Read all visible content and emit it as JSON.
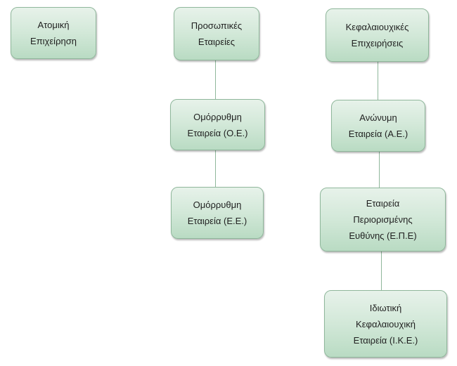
{
  "diagram": {
    "nodes": {
      "atomiki": "Ατομική\nΕπιχείρηση",
      "prosopikes": "Προσωπικές\nΕταιρείες",
      "kefalaiouchikes": "Κεφαλαιουχικές\nΕπιχειρήσεις",
      "oe": "Ομόρρυθμη\nΕταιρεία (Ο.Ε.)",
      "ee": "Ομόρρυθμη\nΕταιρεία (Ε.Ε.)",
      "ae": "Ανώνυμη\nΕταιρεία (Α.Ε.)",
      "epe": "Εταιρεία\nΠεριορισμένης\nΕυθύνης (Ε.Π.Ε)",
      "ike": "Ιδιωτική\nΚεφαλαιουχική\nΕταιρεία (Ι.Κ.Ε.)"
    },
    "colors": {
      "box_fill": "#d2e8d8",
      "box_border": "#8fb79b",
      "connector": "#8fb79b",
      "text": "#1f1f1f"
    }
  }
}
